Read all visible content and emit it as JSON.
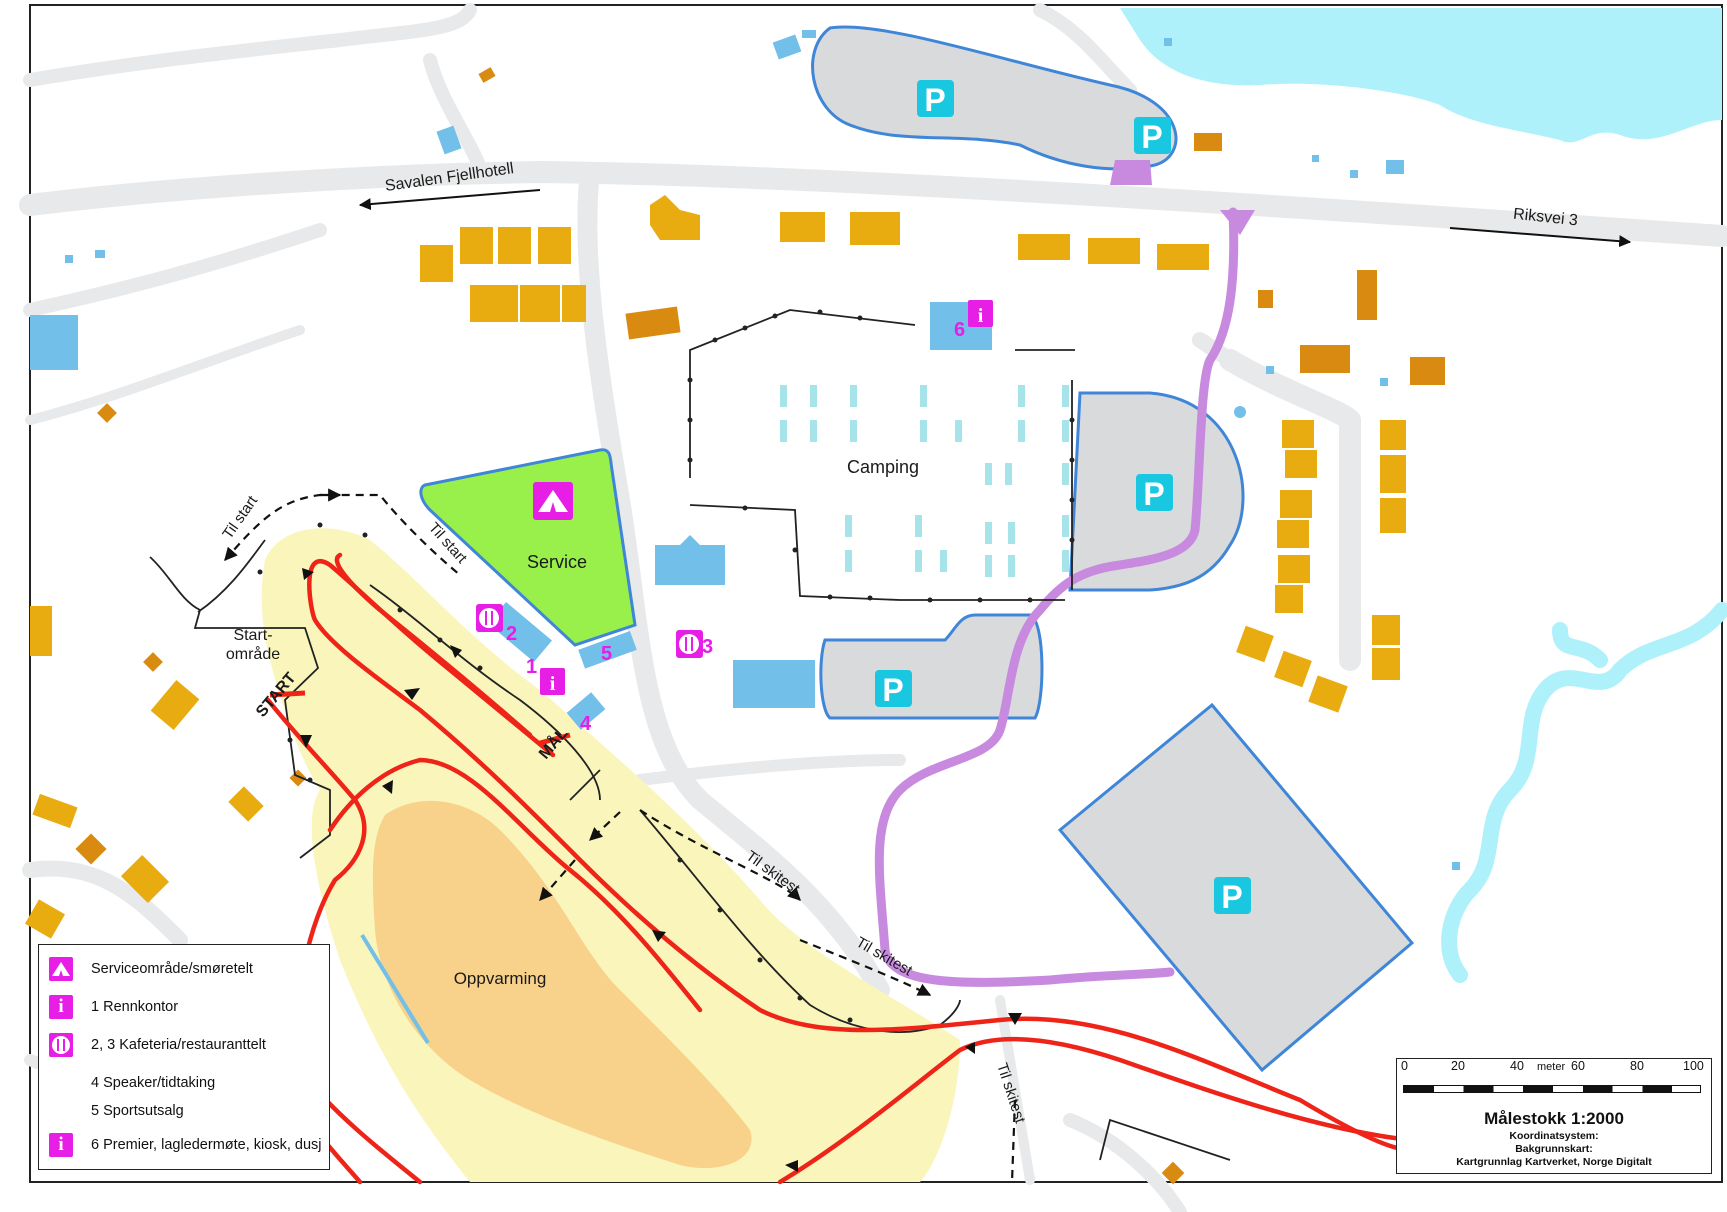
{
  "map": {
    "roads": {
      "savalen": "Savalen Fjellhotell",
      "riksvei": "Riksvei 3"
    },
    "areas": {
      "camping": "Camping",
      "service": "Service",
      "oppvarming": "Oppvarming",
      "startomrade_1": "Start-",
      "startomrade_2": "område"
    },
    "markers": {
      "start": "START",
      "mal": "MÅL",
      "parking": "P"
    },
    "paths": {
      "til_start_1": "Til start",
      "til_start_2": "Til start",
      "til_skitest_1": "Til skitest",
      "til_skitest_2": "Til skitest",
      "til_skitest_3": "Til skitest"
    },
    "numbers": {
      "n1": "1",
      "n2": "2",
      "n3": "3",
      "n4": "4",
      "n5": "5",
      "n6": "6"
    },
    "colors": {
      "building": "#e8ac10",
      "blue_building": "#72bfea",
      "parking": "#d8dadc",
      "parking_border": "#3f86d8",
      "service_area": "#99f04b",
      "ski_track": "#ee2418",
      "stadium": "#faf5bb",
      "warmup": "#f8d18a",
      "walkway": "#c88ade",
      "water": "#aef1fb",
      "road": "#e8e9ea",
      "magenta": "#e61ee6",
      "parking_icon": "#19c7e0"
    },
    "icons": [
      "tent-icon",
      "info-icon",
      "restaurant-icon",
      "parking-icon",
      "arrow-icon"
    ]
  },
  "legend": {
    "items": [
      {
        "icon": "tent-icon",
        "label": "Serviceområde/smøretelt"
      },
      {
        "icon": "info-icon",
        "label": "1 Rennkontor"
      },
      {
        "icon": "restaurant-icon",
        "label": "2, 3 Kafeteria/restauranttelt"
      },
      {
        "icon": "",
        "label": "4 Speaker/tidtaking"
      },
      {
        "icon": "",
        "label": "5 Sportsutsalg"
      },
      {
        "icon": "info-icon",
        "label": "6 Premier, lagledermøte, kiosk, dusj"
      }
    ]
  },
  "scale": {
    "ticks": [
      "0",
      "20",
      "40",
      "60",
      "80",
      "100"
    ],
    "unit": "meter",
    "title": "Målestokk 1:2000",
    "line1": "Koordinatsystem:",
    "line2": "Bakgrunnskart:",
    "line3": "Kartgrunnlag Kartverket, Norge Digitalt"
  }
}
